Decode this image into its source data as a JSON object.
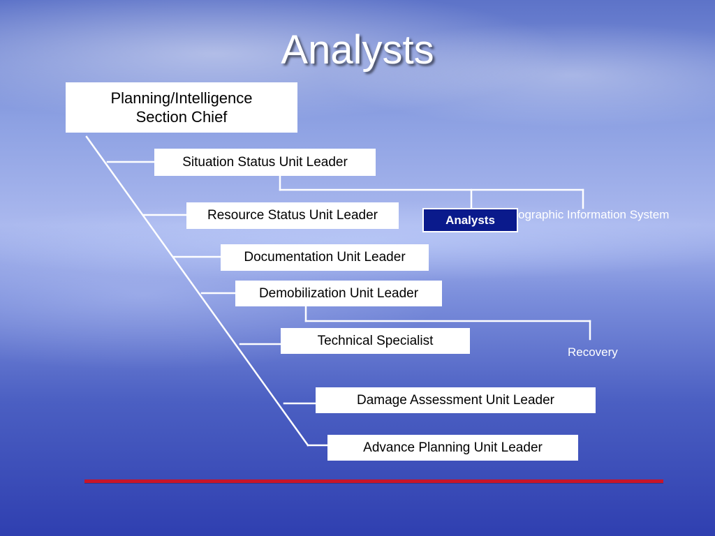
{
  "slide": {
    "title": "Analysts"
  },
  "org_chart": {
    "chief": {
      "line1": "Planning/Intelligence",
      "line2": "Section Chief"
    },
    "units": {
      "situation": "Situation Status Unit Leader",
      "resource": "Resource Status Unit Leader",
      "documentation": "Documentation Unit Leader",
      "demobilization": "Demobilization Unit Leader",
      "technical": "Technical Specialist",
      "damage": "Damage Assessment Unit Leader",
      "advance": "Advance Planning Unit Leader"
    },
    "highlight": "Analysts",
    "gis_label": "ographic Information System",
    "recovery_label": "Recovery"
  },
  "colors": {
    "highlight_fill": "#0a1a8c",
    "connector": "#ffffff",
    "divider": "#c8142a"
  }
}
